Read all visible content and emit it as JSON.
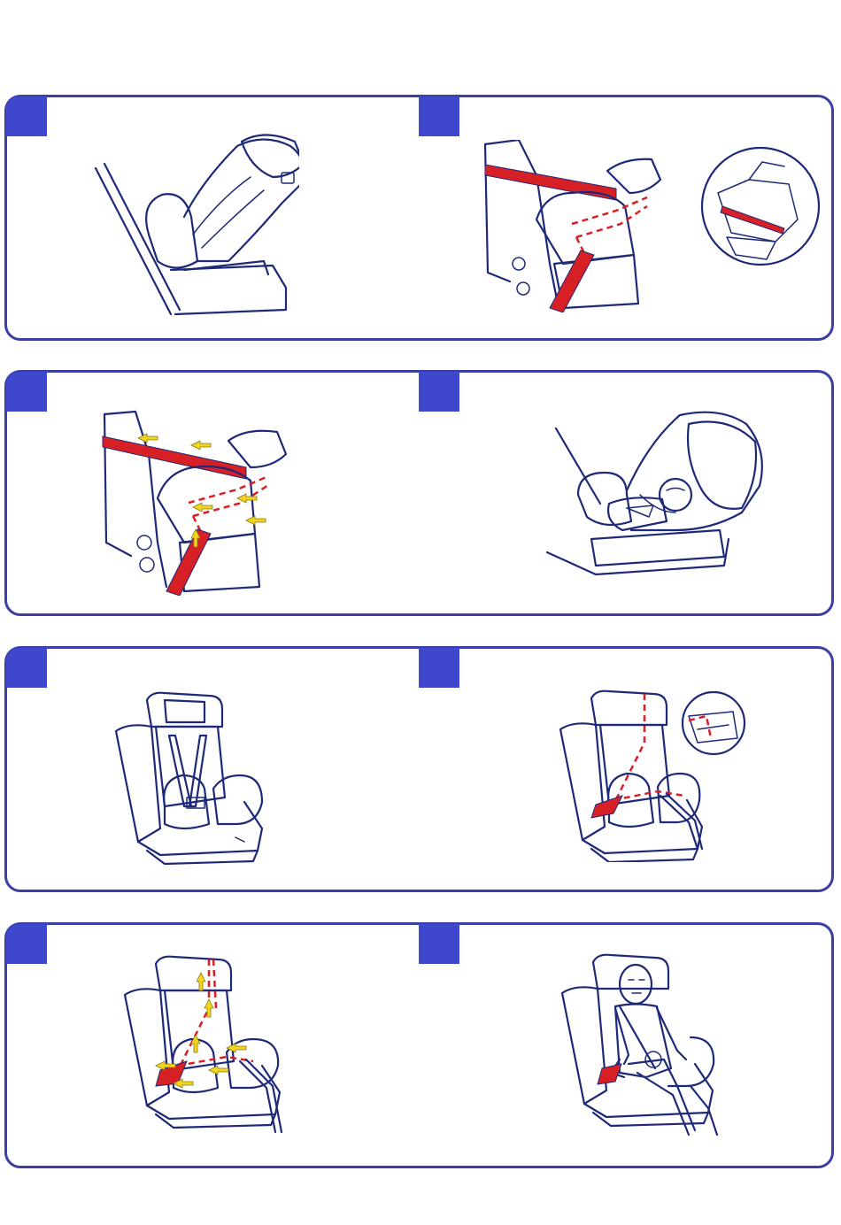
{
  "page": {
    "background": "#ffffff",
    "border_color": "#3a3fa6",
    "badge_color": "#3f48cc",
    "strap_color": "#d71f26",
    "arrow_color": "#f2d51f"
  },
  "panels": [
    {
      "steps": [
        {
          "icon": "rear-facing-seat-illustration"
        },
        {
          "icon": "belt-routing-with-detail-inset"
        }
      ]
    },
    {
      "steps": [
        {
          "icon": "belt-tightening-arrows-illustration"
        },
        {
          "icon": "infant-in-rear-facing-seat"
        }
      ]
    },
    {
      "steps": [
        {
          "icon": "forward-facing-seat-illustration"
        },
        {
          "icon": "forward-facing-belt-routing-inset"
        }
      ]
    },
    {
      "steps": [
        {
          "icon": "forward-belt-tightening-arrows"
        },
        {
          "icon": "child-in-forward-facing-seat"
        }
      ]
    }
  ]
}
